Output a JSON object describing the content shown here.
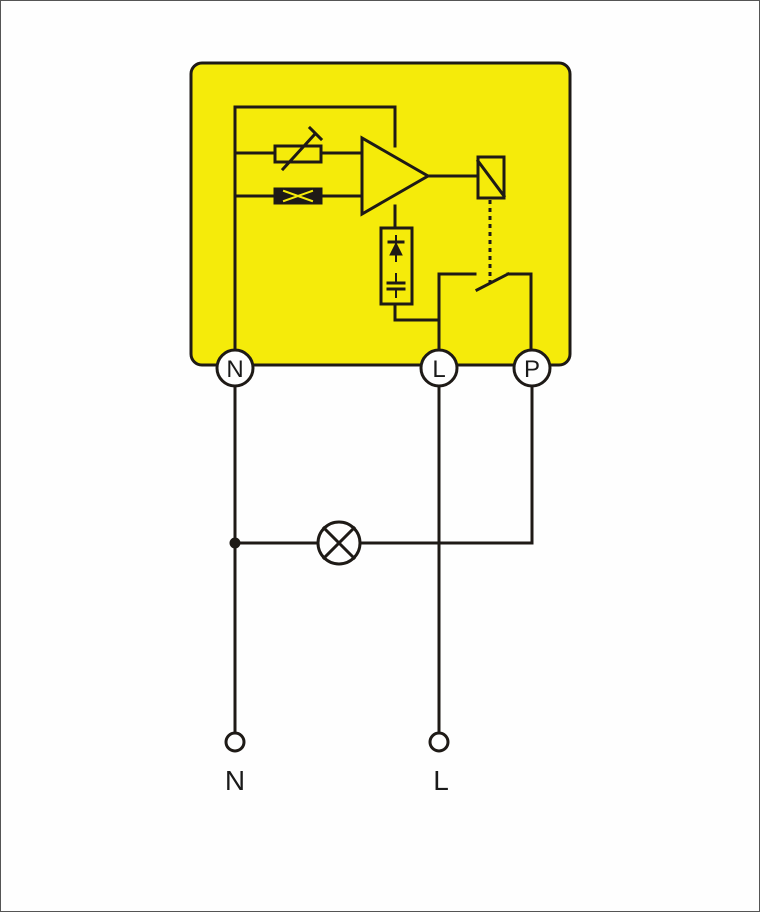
{
  "colors": {
    "module_fill": "#f5eb0a",
    "wire": "#1e1a16",
    "background": "#fefefe"
  },
  "module_terminals": {
    "n": "N",
    "l": "L",
    "p": "P"
  },
  "supply_terminals": {
    "n": "N",
    "l": "L"
  }
}
